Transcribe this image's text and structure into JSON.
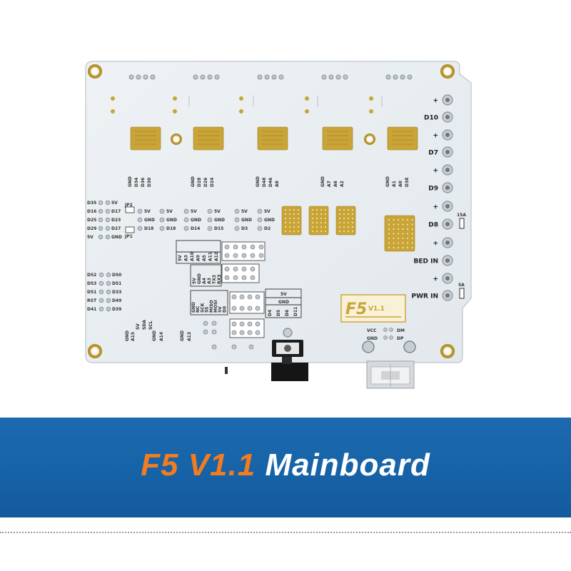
{
  "banner": {
    "model": "F5 V1.1",
    "product": "Mainboard",
    "colors": {
      "background": "#1763a8",
      "model_text": "#f27c1f",
      "product_text": "#ffffff"
    }
  },
  "board": {
    "colors": {
      "pcb": "#e9eef2",
      "silkscreen": "#333333",
      "pad": "#c8a43a"
    },
    "right_header_labels": [
      "+",
      "D10",
      "+",
      "D7",
      "+",
      "D9",
      "+",
      "D8",
      "+",
      "BED IN",
      "+",
      "PWR IN"
    ],
    "fuse_labels": [
      "15A",
      "5A"
    ],
    "driver_labels": [
      [
        "GND",
        "D34",
        "D36",
        "D30"
      ],
      [
        "GND",
        "D28",
        "D26",
        "D24"
      ],
      [
        "GND",
        "D48",
        "D46",
        "A8"
      ],
      [
        "GND",
        "A7",
        "A6",
        "A2"
      ],
      [
        "GND",
        "A1",
        "A0",
        "D38"
      ]
    ],
    "left_pins_top": [
      [
        "D35",
        "5V"
      ],
      [
        "D16",
        "D17"
      ],
      [
        "D25",
        "D23"
      ],
      [
        "D29",
        "D27"
      ],
      [
        "5V",
        "GND"
      ]
    ],
    "left_pins_bottom": [
      [
        "D52",
        "D50"
      ],
      [
        "D53",
        "D51"
      ],
      [
        "D51",
        "D33"
      ],
      [
        "RST",
        "D49"
      ],
      [
        "D41",
        "D39"
      ]
    ],
    "endstop_cols": [
      [
        "5V",
        "GND",
        "D18"
      ],
      [
        "5V",
        "GND",
        "D18"
      ],
      [
        "5V",
        "GND",
        "D14"
      ],
      [
        "5V",
        "GND",
        "D15"
      ],
      [
        "5V",
        "GND",
        "D3"
      ],
      [
        "5V",
        "GND",
        "D2"
      ]
    ],
    "jp_labels": [
      "JP1",
      "JP2"
    ],
    "header_block_a": [
      "5V",
      "A3",
      "A10",
      "A9",
      "A5",
      "A11",
      "A12"
    ],
    "header_block_b": [
      "5V",
      "GND",
      "A4",
      "A3",
      "TX3",
      "RX3"
    ],
    "header_block_c": [
      "GND",
      "NC",
      "SCK",
      "SS",
      "MISO",
      "MOSI",
      "5V",
      "D0"
    ],
    "header_block_d": [
      "5V",
      "GND",
      "D4",
      "D5",
      "D6",
      "D11"
    ],
    "bottom_labels": [
      [
        "GND",
        "A15"
      ],
      [
        "5V",
        "SDA",
        "SCL"
      ],
      [
        "GND",
        "A14"
      ],
      [
        "GND",
        "A13"
      ]
    ],
    "logo_text": "F5",
    "logo_version": "V1.1",
    "usb_labels": [
      "VCC",
      "DM",
      "GND",
      "DP"
    ]
  }
}
